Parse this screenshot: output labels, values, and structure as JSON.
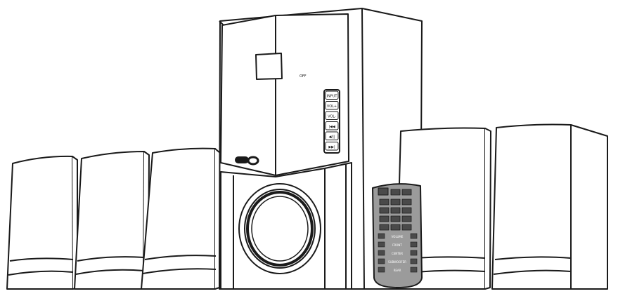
{
  "scene": {
    "colors": {
      "line": "#1a1a1a",
      "fill": "#ffffff",
      "remote_body": "#9b9b9b",
      "remote_button": "#4a4a4a"
    }
  },
  "subwoofer": {
    "display_label": "OFF",
    "front_panel_buttons": [
      "INPUT",
      "VOL+",
      "VOL-",
      "|◀◀",
      "◀/||",
      "▶▶|"
    ]
  },
  "remote": {
    "row_labels": [
      "VOLUME",
      "FRONT",
      "CENTER",
      "SUBWOOFER",
      "REAR"
    ]
  }
}
